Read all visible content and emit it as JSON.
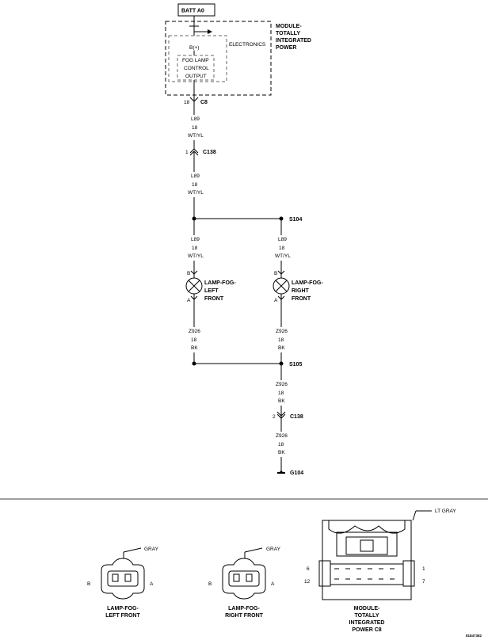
{
  "diagram": {
    "top_supply": {
      "label": "BATT A0"
    },
    "module": {
      "name_lines": [
        "MODULE-",
        "TOTALLY",
        "INTEGRATED",
        "POWER"
      ],
      "electronics_label": "ELECTRONICS",
      "pin_label": "B(+)",
      "control_lines": [
        "FOG LAMP",
        "CONTROL",
        "OUTPUT"
      ]
    },
    "connector_c8": {
      "pin": "18",
      "name": "C8"
    },
    "connector_c138_a": {
      "pin": "1",
      "name": "C138"
    },
    "connector_c138_b": {
      "pin": "2",
      "name": "C138"
    },
    "splice_s104": "S104",
    "splice_s105": "S105",
    "ground_g104": "G104",
    "wire_l89": [
      "L89",
      "18",
      "WT/YL"
    ],
    "wire_z926": [
      "Z926",
      "18",
      "BK"
    ],
    "lamp_left": {
      "pin_top": "B",
      "pin_bottom": "A",
      "name_lines": [
        "LAMP-FOG-",
        "LEFT",
        "FRONT"
      ]
    },
    "lamp_right": {
      "pin_top": "B",
      "pin_bottom": "A",
      "name_lines": [
        "LAMP-FOG-",
        "RIGHT",
        "FRONT"
      ]
    }
  },
  "connector_views": {
    "fog_left": {
      "color": "GRAY",
      "pin_left": "B",
      "pin_right": "A",
      "caption_lines": [
        "LAMP-FOG-",
        "LEFT FRONT"
      ]
    },
    "fog_right": {
      "color": "GRAY",
      "pin_left": "B",
      "pin_right": "A",
      "caption_lines": [
        "LAMP-FOG-",
        "RIGHT FRONT"
      ]
    },
    "module_c8": {
      "color": "LT GRAY",
      "pins_left": [
        "6",
        "12"
      ],
      "pins_right": [
        "1",
        "7"
      ],
      "caption_lines": [
        "MODULE-",
        "TOTALLY",
        "INTEGRATED",
        "POWER C8"
      ]
    }
  },
  "figure_id": "81847382"
}
